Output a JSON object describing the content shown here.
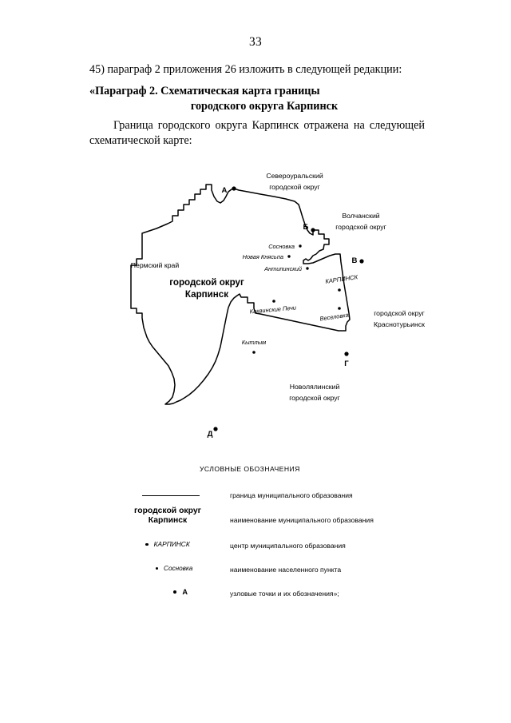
{
  "page": {
    "number": "33"
  },
  "document": {
    "intro_paragraph": "45) параграф 2 приложения 26 изложить в следующей редакции:",
    "heading_line1": "«Параграф 2. Схематическая карта границы",
    "heading_line2": "городского округа Карпинск",
    "body_paragraph": "Граница городского округа Карпинск отражена на следующей схематической карте:"
  },
  "map": {
    "title_line1": "городской округ",
    "title_line2": "Карпинск",
    "neighbors": [
      {
        "id": "severouralsky",
        "line1": "Североуральский",
        "line2": "городской округ"
      },
      {
        "id": "volchansky",
        "line1": "Волчанский",
        "line2": "городской округ"
      },
      {
        "id": "krasnoturinsk",
        "line1": "городской округ",
        "line2": "Краснотурьинск"
      },
      {
        "id": "novolyalinsky",
        "line1": "Новолялинский",
        "line2": "городской округ"
      },
      {
        "id": "permsky-krai",
        "line1": "Пермский край",
        "line2": ""
      }
    ],
    "center": {
      "name": "КАРПИНСК"
    },
    "settlements": [
      {
        "name": "Сосновка"
      },
      {
        "name": "Новая Княсьпа"
      },
      {
        "name": "Антипинский"
      },
      {
        "name": "Каквинские Печи"
      },
      {
        "name": "Веселовка"
      },
      {
        "name": "Кытлым"
      }
    ],
    "nodes": [
      {
        "label": "А"
      },
      {
        "label": "Б"
      },
      {
        "label": "В"
      },
      {
        "label": "Г"
      },
      {
        "label": "Д"
      }
    ]
  },
  "legend": {
    "title": "УСЛОВНЫЕ ОБОЗНАЧЕНИЯ",
    "rows": [
      {
        "symbol": "line",
        "symbol_text": "",
        "description": "граница муниципального образования"
      },
      {
        "symbol": "mun-name",
        "symbol_text_1": "городской округ",
        "symbol_text_2": "Карпинск",
        "description": "наименование муниципального образования"
      },
      {
        "symbol": "center",
        "symbol_text": "КАРПИНСК",
        "description": "центр муниципального образования"
      },
      {
        "symbol": "settlement",
        "symbol_text": "Сосновка",
        "description": "наименование населенного пункта"
      },
      {
        "symbol": "node",
        "symbol_text": "А",
        "description": "узловые точки и их обозначения»;"
      }
    ]
  },
  "colors": {
    "ink": "#000000",
    "paper": "#ffffff"
  }
}
